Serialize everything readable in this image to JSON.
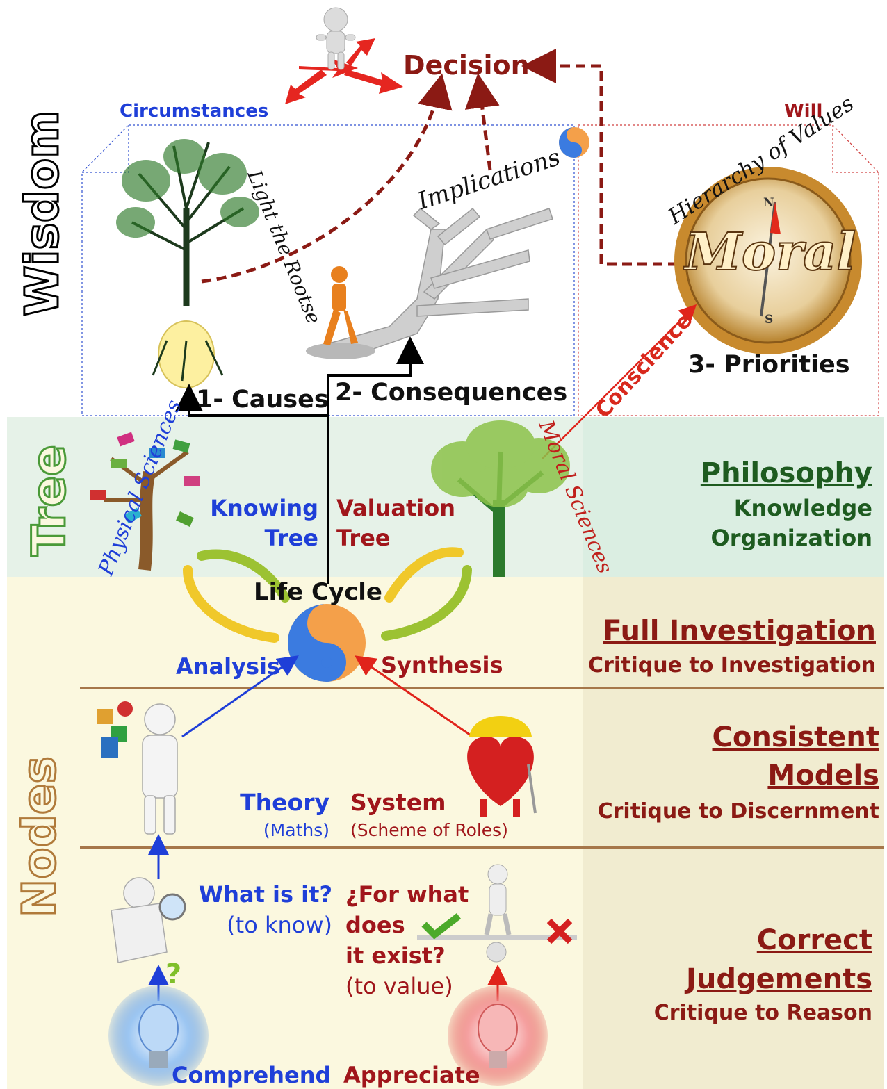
{
  "wisdom_section": {
    "side_label": "Wisdom",
    "decision": "Decision",
    "circumstances": "Circumstances",
    "will": "Will",
    "light_the_roots": "Light the Rootse",
    "implications": "Implications",
    "hierarchy_of_values": "Hierarchy of Values",
    "moral_badge": "Moral",
    "compass_n": "N",
    "compass_s": "S",
    "causes": "1- Causes",
    "consequences": "2- Consequences",
    "priorities": "3- Priorities",
    "conscience": "Conscience"
  },
  "tree_section": {
    "side_label": "Tree",
    "physical_sciences": "Physical Sciences",
    "moral_sciences": "Moral Sciences",
    "knowing": "Knowing",
    "knowing_tree": "Tree",
    "valuation": "Valuation",
    "valuation_tree": "Tree",
    "philosophy_title": "Philosophy",
    "philosophy_line1": "Knowledge",
    "philosophy_line2": "Organization"
  },
  "cycle_section": {
    "life_cycle": "Life Cycle",
    "analysis": "Analysis",
    "synthesis": "Synthesis",
    "full_investigation": "Full Investigation",
    "critique_investigation": "Critique to Investigation"
  },
  "models_section": {
    "theory": "Theory",
    "maths": "(Maths)",
    "system": "System",
    "scheme": "(Scheme of Roles)",
    "consistent": "Consistent",
    "models": "Models",
    "critique_discernment": "Critique to Discernment"
  },
  "nodes_section": {
    "side_label": "Nodes",
    "what_is_it": "What is it?",
    "to_know": "(to know)",
    "for_what": "¿For what",
    "does": "does",
    "it_exist": "it exist?",
    "to_value": "(to value)",
    "correct": "Correct",
    "judgements": "Judgements",
    "critique_reason": "Critique to Reason",
    "comprehend": "Comprehend",
    "appreciate": "Appreciate"
  },
  "colors": {
    "blue": "#1f3fd8",
    "red": "#a0161b",
    "green_band": "#e6f2e8",
    "yellow_band": "#fbf8df",
    "orange": "#f4a04a"
  }
}
